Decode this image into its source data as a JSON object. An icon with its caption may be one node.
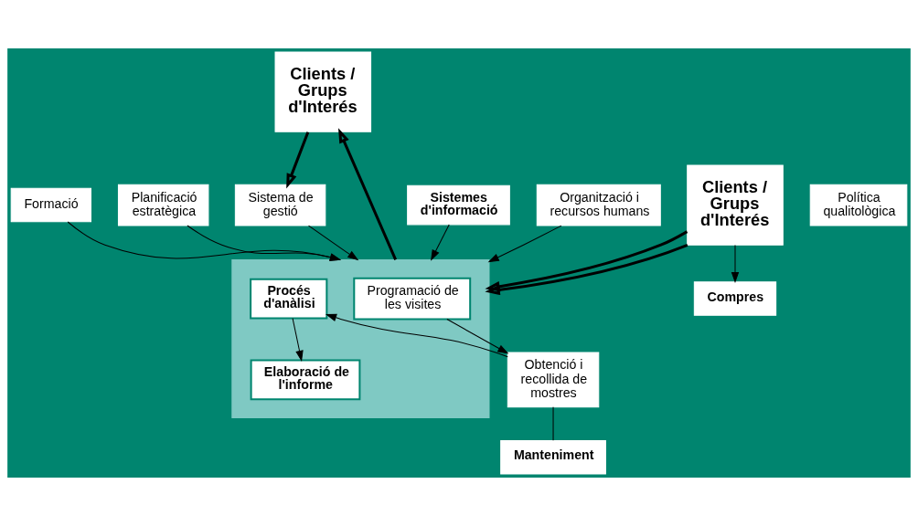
{
  "diagram": {
    "nodes": [
      {
        "text": [
          "Clients / Grups d'Interés"
        ]
      },
      {
        "text": [
          "Política qualitològica"
        ]
      },
      {
        "text": [
          "Formació"
        ]
      },
      {
        "text": [
          "Planificació estratègica"
        ]
      },
      {
        "text": [
          "Sistema de gestió"
        ]
      },
      {
        "text": [
          "Clients / Grups d'Interés"
        ]
      },
      {
        "text": [],
        "shape": "box"
      },
      {
        "text": [
          "Programació de les visites"
        ],
        "in": 6
      },
      {
        "text": [
          "Procés d'anàlisi"
        ],
        "in": 6
      },
      {
        "text": [
          "Elaboració de l'informe"
        ],
        "in": 6
      },
      {
        "text": [
          "Obtenció i recollida de mostres"
        ]
      },
      {
        "text": [
          "Compres"
        ]
      },
      {
        "text": [
          "Manteniment"
        ]
      },
      {
        "text": [
          "Sistemes d'informació"
        ]
      },
      {
        "text": [
          "Organització i recursos humans"
        ]
      }
    ],
    "edges": [
      {
        "from": 0,
        "to": 6,
        "arrow": "to",
        "style": "thick"
      },
      {
        "from": 0,
        "to": 6,
        "arrow": "to",
        "style": "thick"
      },
      {
        "from": 6,
        "to": 5,
        "arrow": "to",
        "style": "thick"
      },
      {
        "from": 5,
        "to": 4,
        "arrow": "to",
        "style": "thick"
      },
      {
        "from": 2,
        "to": 6,
        "arrow": "to"
      },
      {
        "from": 3,
        "to": 6,
        "arrow": "to"
      },
      {
        "from": 4,
        "to": 6,
        "arrow": "to"
      },
      {
        "from": 7,
        "to": 10,
        "arrow": "to"
      },
      {
        "from": 10,
        "to": 8,
        "arrow": "to"
      },
      {
        "from": 8,
        "to": 9,
        "arrow": "to"
      },
      {
        "from": 0,
        "to": 11,
        "arrow": "to"
      },
      {
        "from": 10,
        "to": 12,
        "arrow": "none"
      },
      {
        "from": 13,
        "to": 6,
        "arrow": "to"
      },
      {
        "from": 14,
        "to": 6,
        "arrow": "to"
      }
    ]
  }
}
